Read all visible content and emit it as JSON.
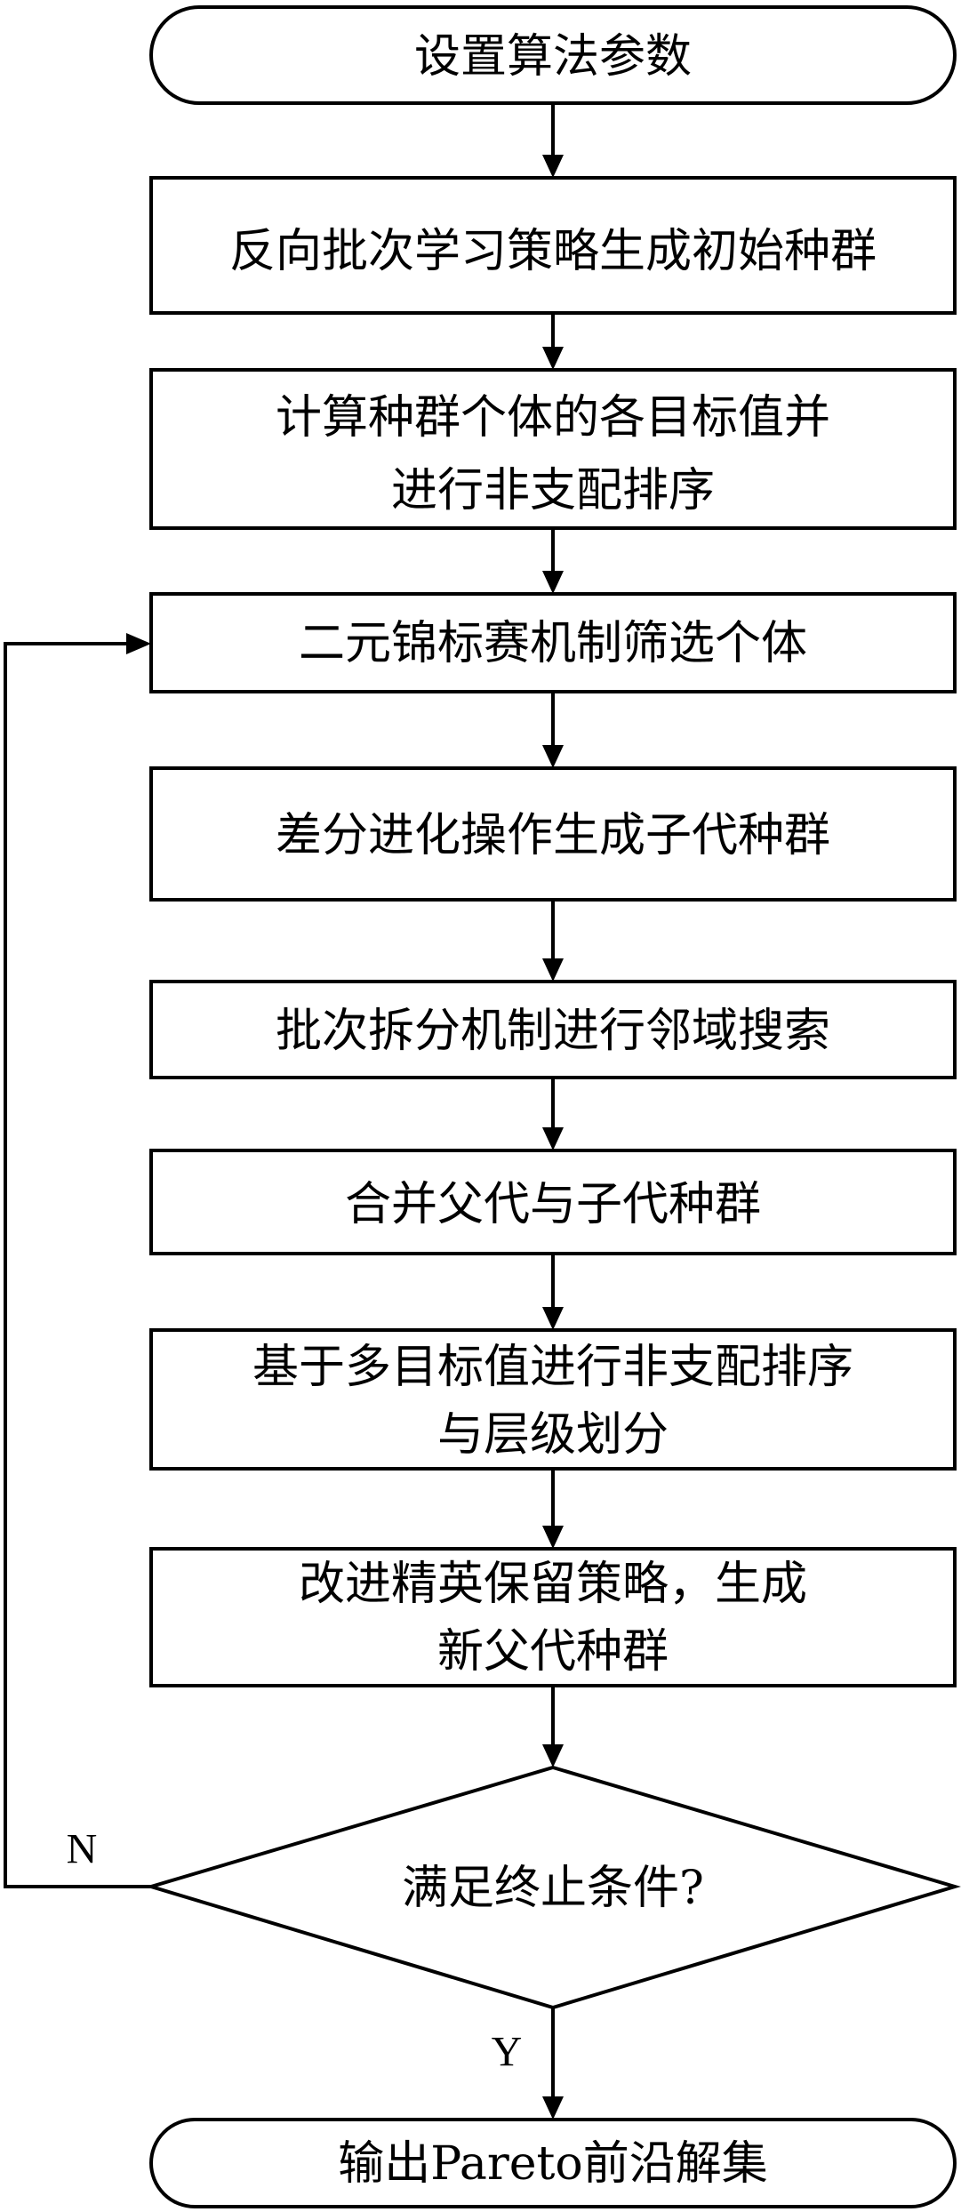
{
  "flowchart": {
    "start": "设置算法参数",
    "step1": "反向批次学习策略生成初始种群",
    "step2": [
      "计算种群个体的各目标值并",
      "进行非支配排序"
    ],
    "step3": "二元锦标赛机制筛选个体",
    "step4": "差分进化操作生成子代种群",
    "step5": "批次拆分机制进行邻域搜索",
    "step6": "合并父代与子代种群",
    "step7": [
      "基于多目标值进行非支配排序",
      "与层级划分"
    ],
    "step8": [
      "改进精英保留策略，生成",
      "新父代种群"
    ],
    "decision": "满足终止条件?",
    "no_label": "N",
    "yes_label": "Y",
    "end": "输出Pareto前沿解集"
  }
}
